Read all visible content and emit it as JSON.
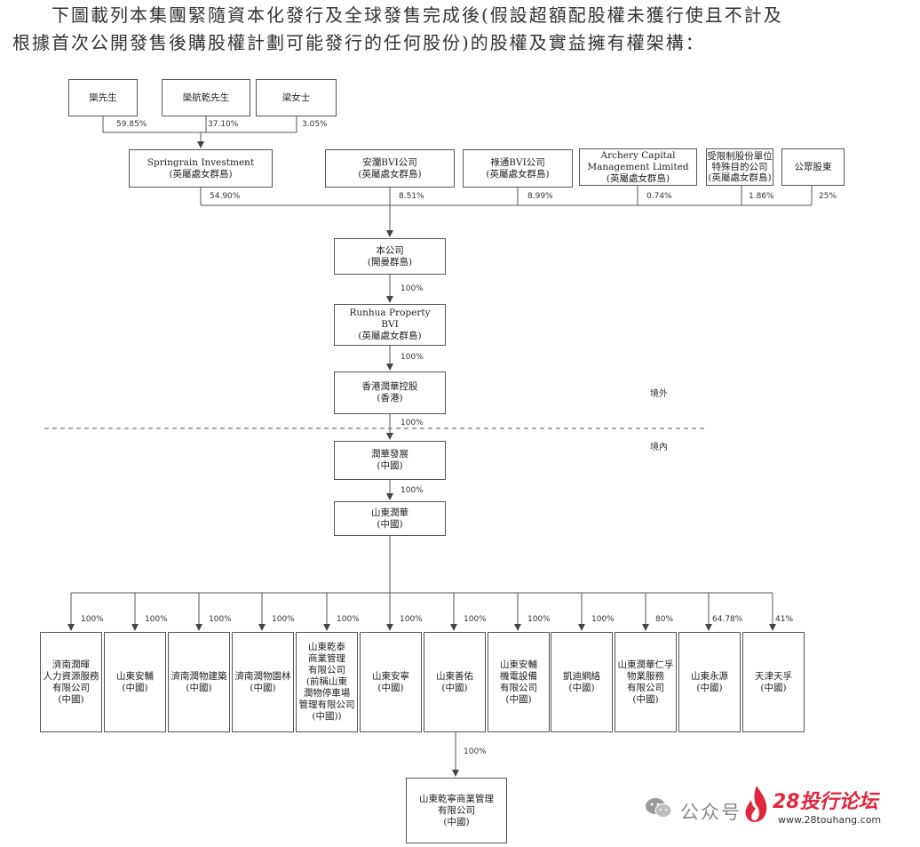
{
  "intro": {
    "line1": "下圖載列本集團緊隨資本化發行及全球發售完成後(假設超額配股權未獲行使且不計及",
    "line2": "根據首次公開發售後購股權計劃可能發行的任何股份)的股權及實益擁有權架構："
  },
  "zones": {
    "offshore": "境外",
    "onshore": "境內"
  },
  "individuals": [
    {
      "name": "欒先生",
      "pct": "59.85%"
    },
    {
      "name": "欒航乾先生",
      "pct": "37.10%"
    },
    {
      "name": "梁女士",
      "pct": "3.05%"
    }
  ],
  "shareholders": [
    {
      "name": "Springrain Investment\n(英屬處女群島)",
      "pct": "54.90%"
    },
    {
      "name": "安瀾BVI公司\n(英屬處女群島)",
      "pct": "8.51%"
    },
    {
      "name": "祿通BVI公司\n(英屬處女群島)",
      "pct": "8.99%"
    },
    {
      "name": "Archery Capital\nManagement Limited\n(英屬處女群島)",
      "pct": "0.74%"
    },
    {
      "name": "受限制股份單位\n特殊目的公司\n(英屬處女群島)",
      "pct": "1.86%"
    },
    {
      "name": "公眾股東",
      "pct": "25%"
    }
  ],
  "chain": [
    {
      "name": "本公司\n(開曼群島)",
      "pct_below": "100%"
    },
    {
      "name": "Runhua Property\nBVI\n(英屬處女群島)",
      "pct_below": "100%"
    },
    {
      "name": "香港潤華控股\n(香港)",
      "pct_below": "100%"
    },
    {
      "name": "潤華發展\n(中國)",
      "pct_below": "100%"
    },
    {
      "name": "山東潤華\n(中國)"
    }
  ],
  "subsidiaries": [
    {
      "name": "濟南潤暉\n人力資源服務\n有限公司\n(中國)",
      "pct": "100%"
    },
    {
      "name": "山東安輔\n(中國)",
      "pct": "100%"
    },
    {
      "name": "濟南潤物建築\n(中國)",
      "pct": "100%"
    },
    {
      "name": "濟南潤物園林\n(中國)",
      "pct": "100%"
    },
    {
      "name": "山東乾泰\n商業管理\n有限公司\n(前稱山東\n潤物停車場\n管理有限公司\n(中國))",
      "pct": "100%"
    },
    {
      "name": "山東安寧\n(中國)",
      "pct": "100%"
    },
    {
      "name": "山東善佑\n(中國)",
      "pct": "100%"
    },
    {
      "name": "山東安輔\n機電設備\n有限公司\n(中國)",
      "pct": "100%"
    },
    {
      "name": "凱迪網絡\n(中國)",
      "pct": "100%"
    },
    {
      "name": "山東潤華仁孚\n物業服務\n有限公司\n(中國)",
      "pct": "80%"
    },
    {
      "name": "山東永源\n(中國)",
      "pct": "64.78%"
    },
    {
      "name": "天津天孚\n(中國)",
      "pct": "41%"
    }
  ],
  "grandchild": {
    "name": "山東乾寧商業管理\n有限公司\n(中國)",
    "pct": "100%"
  },
  "watermark": {
    "text": "公众号",
    "brand": "28投行论坛",
    "url": "www.28touhang.com"
  }
}
